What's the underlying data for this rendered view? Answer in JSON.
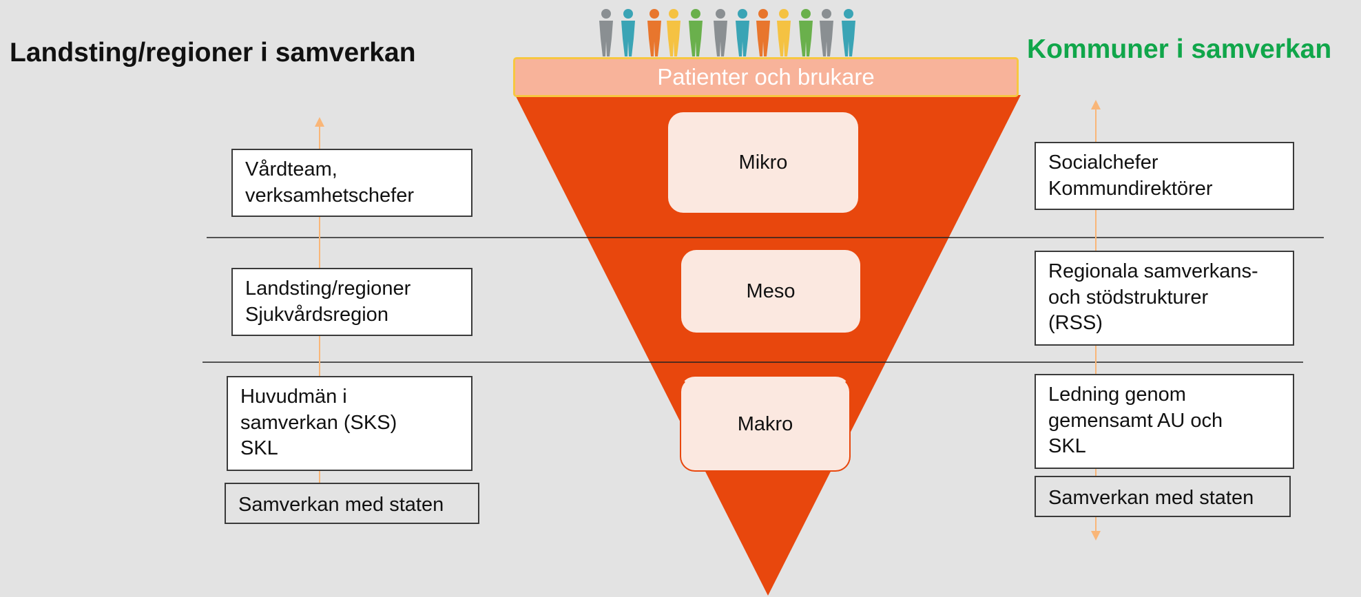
{
  "headings": {
    "left": "Landsting/regioner i samverkan",
    "right": "Kommuner i samverkan"
  },
  "funnel": {
    "band_label": "Patienter och brukare",
    "levels": [
      "Mikro",
      "Meso",
      "Makro"
    ]
  },
  "left_boxes": [
    {
      "lines": [
        "Vårdteam,",
        "verksamhetschefer"
      ]
    },
    {
      "lines": [
        "Landsting/regioner",
        "Sjukvårdsregion"
      ]
    },
    {
      "lines": [
        "Huvudmän i",
        "samverkan (SKS)",
        "SKL"
      ]
    },
    {
      "lines": [
        "Samverkan med staten"
      ]
    }
  ],
  "right_boxes": [
    {
      "lines": [
        "Socialchefer",
        "Kommundirektörer"
      ]
    },
    {
      "lines": [
        "Regionala samverkans-",
        "och stödstrukturer",
        "(RSS)"
      ]
    },
    {
      "lines": [
        "Ledning genom",
        "gemensamt AU och",
        "SKL"
      ]
    },
    {
      "lines": [
        "Samverkan med staten"
      ]
    }
  ],
  "colors": {
    "triangle": "#e8470d",
    "band_fill": "#f8b39a",
    "band_border": "#f7c740",
    "arrow": "#f9b678",
    "right_heading": "#10a64a",
    "people": [
      "#8a8f92",
      "#3aa4b5",
      "#e8762d",
      "#f5c242",
      "#6ab04c"
    ]
  }
}
